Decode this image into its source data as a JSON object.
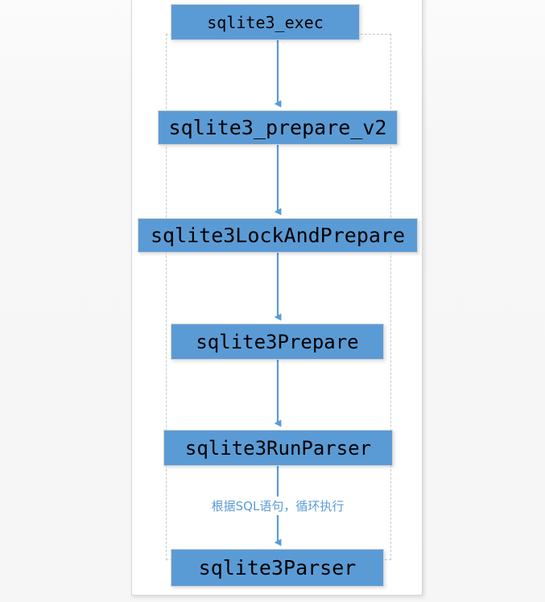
{
  "canvas": {
    "background_color": "#ffffff",
    "page_background_color": "#f7f7f7"
  },
  "theme": {
    "node_fill": "#5b9bd5",
    "node_text": "#000000",
    "arrow_color": "#5b9bd5",
    "label_text": "#5b9bd5",
    "guide_line": "#c9c9c9"
  },
  "chart_data": {
    "type": "diagram",
    "title": "",
    "nodes": [
      {
        "id": "n0",
        "label": "sqlite3_exec"
      },
      {
        "id": "n1",
        "label": "sqlite3_prepare_v2"
      },
      {
        "id": "n2",
        "label": "sqlite3LockAndPrepare"
      },
      {
        "id": "n3",
        "label": "sqlite3Prepare"
      },
      {
        "id": "n4",
        "label": "sqlite3RunParser"
      },
      {
        "id": "n5",
        "label": "sqlite3Parser"
      }
    ],
    "edges": [
      {
        "from": "n0",
        "to": "n1",
        "label": ""
      },
      {
        "from": "n1",
        "to": "n2",
        "label": ""
      },
      {
        "from": "n2",
        "to": "n3",
        "label": ""
      },
      {
        "from": "n3",
        "to": "n4",
        "label": ""
      },
      {
        "from": "n4",
        "to": "n5",
        "label": "根据SQL语句，循环执行"
      }
    ]
  },
  "nodes": {
    "n0": "sqlite3_exec",
    "n1": "sqlite3_prepare_v2",
    "n2": "sqlite3LockAndPrepare",
    "n3": "sqlite3Prepare",
    "n4": "sqlite3RunParser",
    "n5": "sqlite3Parser"
  },
  "edge_labels": {
    "e4": "根据SQL语句，循环执行"
  }
}
